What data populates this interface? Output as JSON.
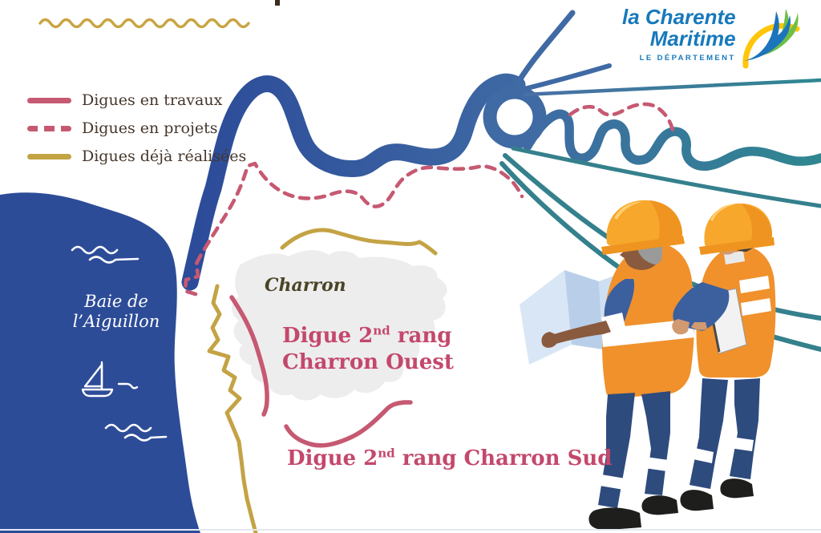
{
  "logo": {
    "name_line1": "la Charente",
    "name_line2": "Maritime",
    "tagline": "LE DÉPARTEMENT",
    "brand_blue": "#1779bb",
    "bird_blue": "#1c75bc",
    "bird_green": "#6fbf44",
    "arc_yellow": "#ffc60b"
  },
  "legend": {
    "items": [
      {
        "label": "Digues en travaux",
        "line_style": "solid",
        "color": "#c65972"
      },
      {
        "label": "Digues en projets",
        "line_style": "dashed",
        "color": "#c65972"
      },
      {
        "label": "Digues déjà réalisées",
        "line_style": "solid",
        "color": "#c4a345"
      }
    ]
  },
  "map": {
    "bay_label": {
      "line1": "Baie de",
      "line2": "l’Aiguillon"
    },
    "town_label": "Charron",
    "dike_west": {
      "prefix": "Digue 2",
      "sup": "nd",
      "suffix": " rang",
      "line2": "Charron Ouest"
    },
    "dike_south": {
      "prefix": "Digue 2",
      "sup": "nd",
      "suffix": " rang Charron Sud"
    },
    "colors": {
      "sea_blue": "#2d4c98",
      "river_steel": "#3f6aa4",
      "canal_teal": "#35808d",
      "dike_works_pink": "#c65972",
      "dike_projects_pink": "#c65972",
      "dike_done_gold": "#c4a345",
      "town_area_gray": "#ededee",
      "label_brown": "#46362a",
      "town_label_olive": "#4b4425",
      "dike_label_pink": "#c4486c"
    }
  }
}
